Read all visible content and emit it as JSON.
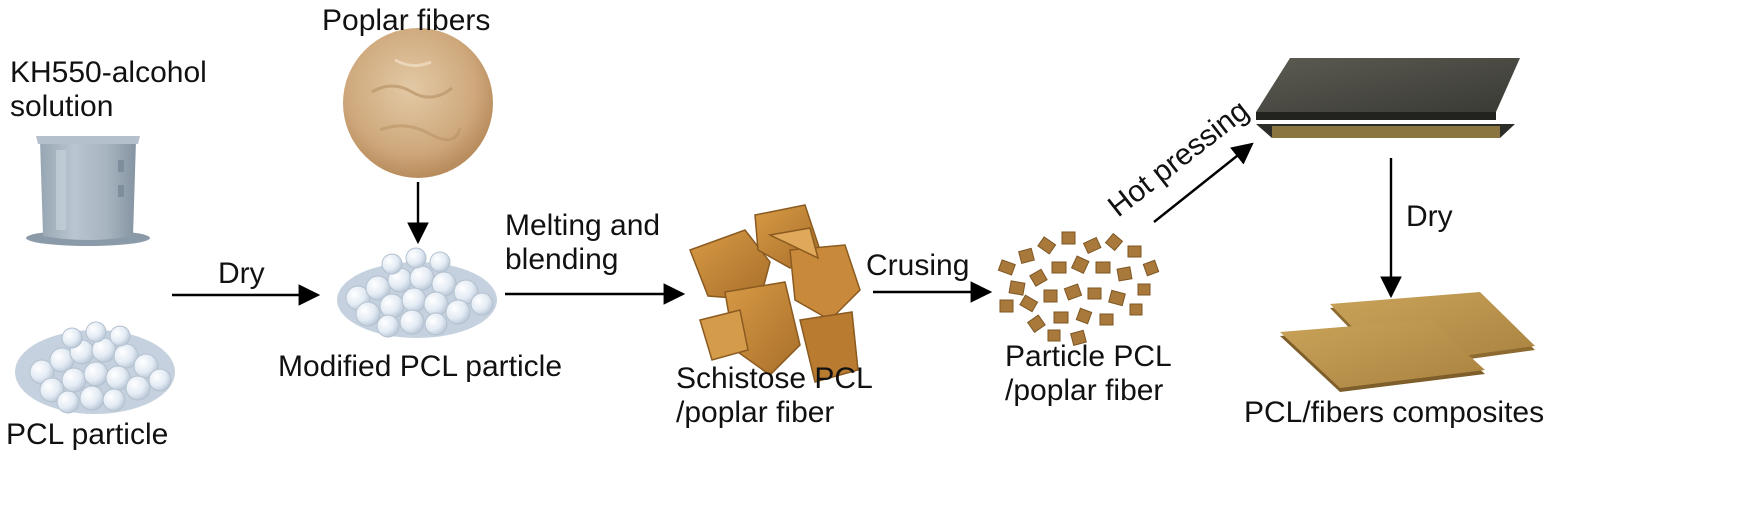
{
  "labels": {
    "kh550": [
      "KH550-alcohol",
      "solution"
    ],
    "poplar_fibers": "Poplar fibers",
    "pcl_particle": "PCL particle",
    "modified_pcl": "Modified PCL particle",
    "melting": [
      "Melting and",
      "blending"
    ],
    "schistose": [
      "Schistose PCL",
      "/poplar fiber"
    ],
    "crusing": "Crusing",
    "particle_pcl": [
      "Particle PCL",
      "/poplar fiber"
    ],
    "hot_pressing": "Hot pressing",
    "dry_1": "Dry",
    "dry_2": "Dry",
    "composites": "PCL/fibers composites"
  },
  "nodes": [
    {
      "id": "kh550-beaker",
      "icon": "beaker-icon"
    },
    {
      "id": "poplar-powder",
      "icon": "powder-icon"
    },
    {
      "id": "pcl-particle",
      "icon": "pellets-icon"
    },
    {
      "id": "modified-pcl",
      "icon": "pellets-icon"
    },
    {
      "id": "schistose",
      "icon": "flakes-icon"
    },
    {
      "id": "particle-pcl",
      "icon": "granules-icon"
    },
    {
      "id": "hot-press",
      "icon": "press-icon"
    },
    {
      "id": "composites",
      "icon": "boards-icon"
    }
  ],
  "edges": [
    {
      "from": "poplar-powder",
      "to": "modified-pcl",
      "label": ""
    },
    {
      "from": "pcl-particle",
      "to": "modified-pcl",
      "label": "Dry"
    },
    {
      "from": "modified-pcl",
      "to": "schistose",
      "label": "Melting and blending"
    },
    {
      "from": "schistose",
      "to": "particle-pcl",
      "label": "Crusing"
    },
    {
      "from": "particle-pcl",
      "to": "hot-press",
      "label": "Hot pressing"
    },
    {
      "from": "hot-press",
      "to": "composites",
      "label": "Dry"
    }
  ],
  "colors": {
    "arrow": "#000000",
    "beaker": "#a9b6c2",
    "pellet": "#e8eef6",
    "powder": "#d2b18a",
    "flake": "#c48a3b",
    "granule": "#a87a35",
    "press_plate": "#4a4a44",
    "board": "#b8924a"
  }
}
